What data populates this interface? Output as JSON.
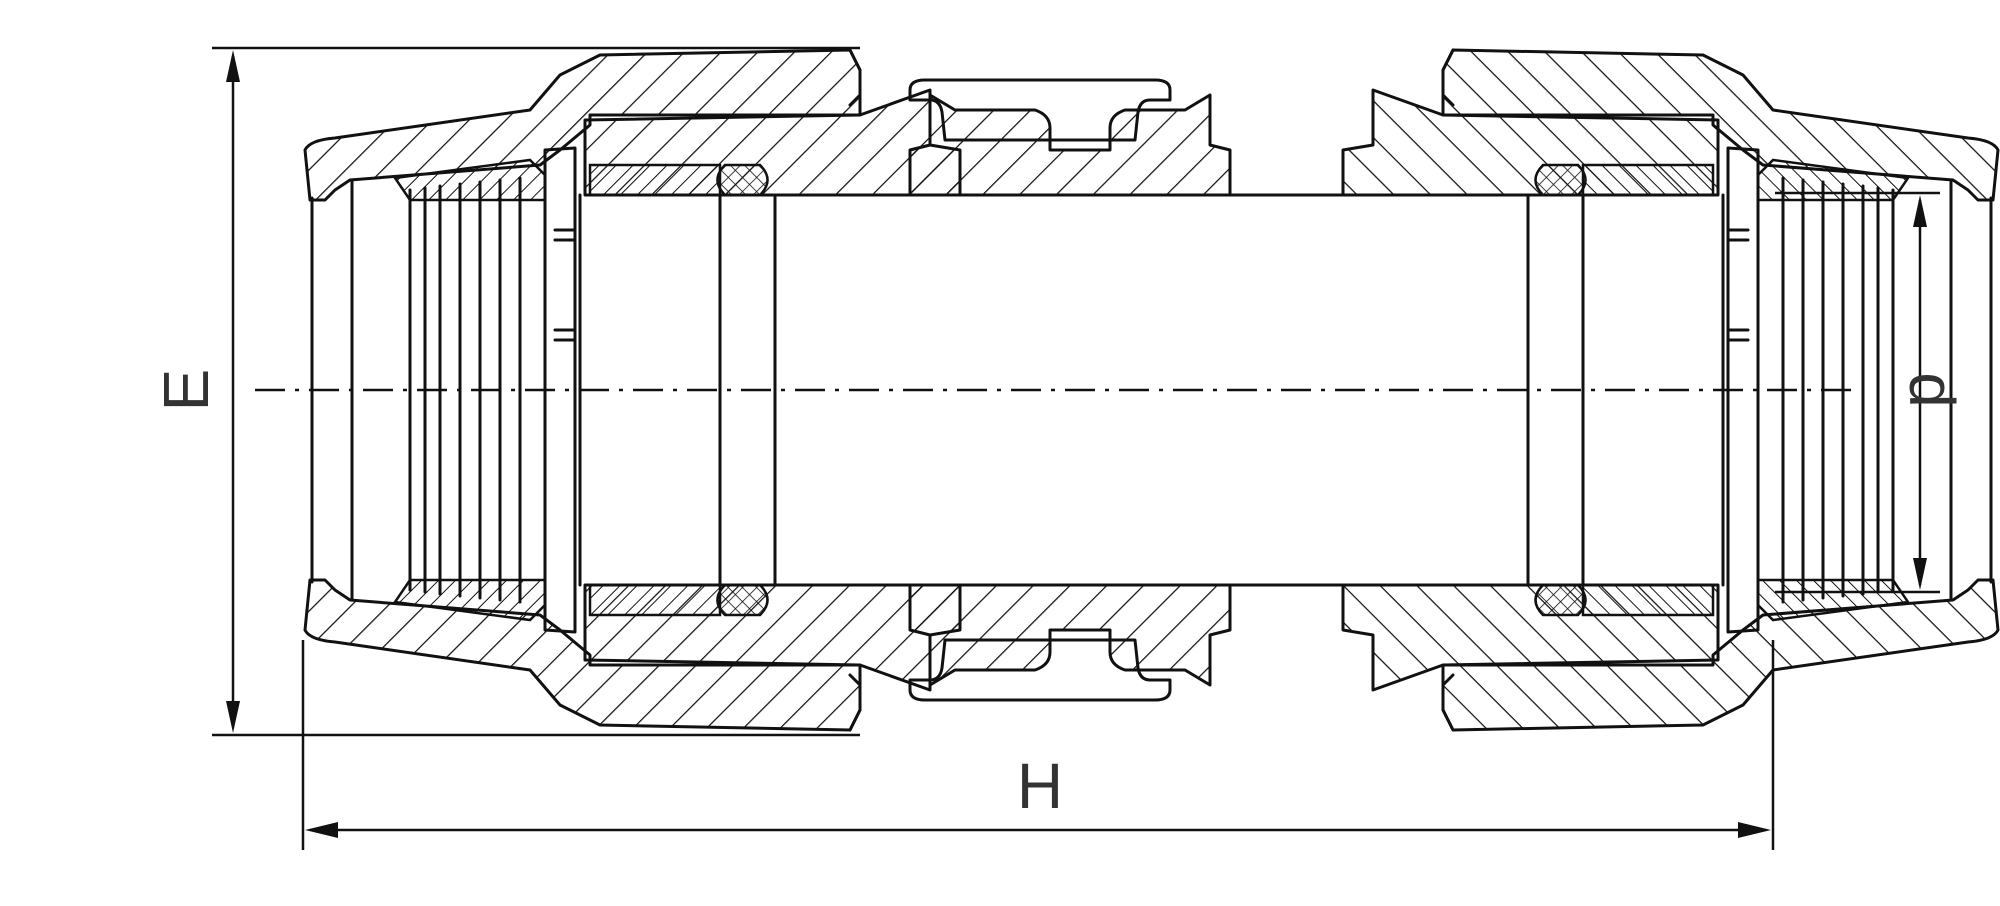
{
  "labels": {
    "E": "E",
    "H": "H",
    "d": "d"
  },
  "colors": {
    "line": "#111111",
    "label": "#333333",
    "background": "#ffffff"
  }
}
